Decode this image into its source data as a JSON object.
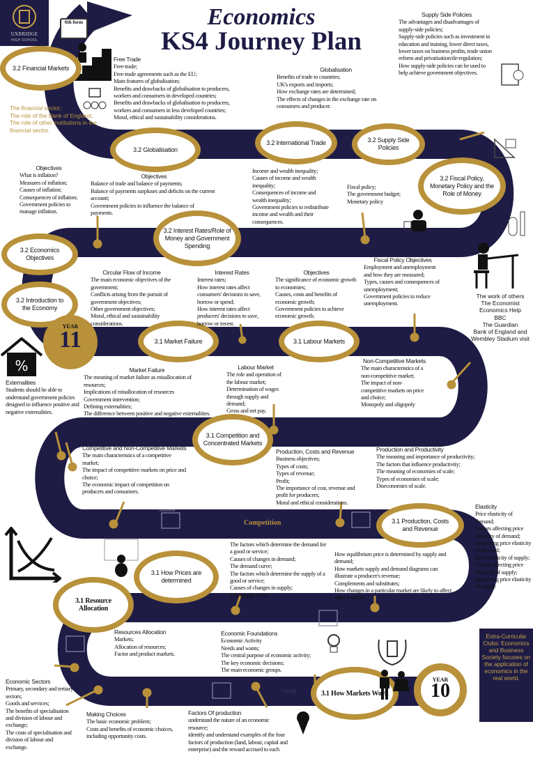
{
  "header": {
    "title_line1": "Economics",
    "title_line2": "KS4 Journey Plan",
    "school": "UXBRIDGE",
    "school_sub": "HIGH SCHOOL",
    "sixth_form": "6th form"
  },
  "colors": {
    "navy": "#1e1c45",
    "gold": "#b8913a"
  },
  "topics": {
    "financial_markets": "3.2 Financial Markets",
    "globalisation": "3.2 Globalisation",
    "international_trade": "3.2 International Trade",
    "supply_side": "3.2 Supply Side Policies",
    "fiscal": "3.2 Fiscal Policy, Monetary Policy and the Role of Money",
    "interest_rates": "3.2 Interest Rates/Role of Money and Government Spending",
    "econ_objectives": "3.2 Economics Objectives",
    "intro_economy": "3.2 Introduction to the Economy",
    "market_failure": "3.1 Market Failure",
    "labour_markets": "3.1 Labour Markets",
    "competition": "3.1 Competition and Concentrated Markets",
    "production": "3.1 Production, Costs and Revenue",
    "how_prices": "3.1 How Prices are determined",
    "resource_allocation": "3.1 Resource Allocation",
    "how_markets": "3.1 How Markets Work"
  },
  "years": {
    "y11_label": "YEAR",
    "y11_num": "11",
    "y10_label": "YEAR",
    "y10_num": "10",
    "band_year": "YEAR"
  },
  "band_labels": {
    "competition": "Competition",
    "assessment": "Assessment"
  },
  "financial_sector": [
    "The financial sector;",
    "The role of the Bank of England;",
    "The role of other institutions in the financial sector."
  ],
  "blocks": {
    "free_trade": {
      "title": "Free Trade",
      "lines": [
        "Free-trade;",
        "Free-trade agreements such as the EU;",
        "Main features of globalisation;",
        "Benefits and drawbacks of globalisation to producers, workers and consumers in developed countries;",
        "Benefits and drawbacks of globalisation to producers, workers and consumers in less developed countries;",
        "Moral, ethical and sustainability considerations."
      ]
    },
    "globalisation": {
      "title": "Globalisation",
      "lines": [
        "Benefits of trade to countries;",
        "UK's exports and imports;",
        "How exchange rates are determined;",
        "The effects of changes in the exchange rate on consumers and producer."
      ]
    },
    "supply_side": {
      "title": "Supply Side Policies",
      "lines": [
        "The advantages and disadvantages of supply-side policies;",
        "Supply-side policies such as investment in education and training, lower direct taxes, lower taxes on business profits, trade union reform and privatisation/de-regulation;",
        "How supply-side policies can be used to help achieve government objectives."
      ]
    },
    "inflation": {
      "title": "Objectives",
      "lines": [
        "What is inflation?",
        "Measures of inflation;",
        "Causes of inflation;",
        "Consequences of inflation;",
        "Government policies to manage inflation."
      ]
    },
    "balance": {
      "title": "Objectives",
      "lines": [
        "Balance of trade and balance of payments;",
        "Balance of payments surpluses and deficits on the current account;",
        "Government policies to influence the balance of payments."
      ]
    },
    "inequality": {
      "title": "",
      "lines": [
        "Income and wealth inequality;",
        "Causes of income and wealth inequality;",
        "Consequences of income and wealth inequality;",
        "Government policies to redistribute income and wealth and their consequences."
      ]
    },
    "fiscal_policy": {
      "title": "",
      "lines": [
        "Fiscal policy;",
        "The government budget;",
        "Monetary policy"
      ]
    },
    "circular_flow": {
      "title": "Circular Flow of Income",
      "lines": [
        "The main economic objectives of the government;",
        "Conflicts arising from the pursuit of government objectives;",
        "Other government objectives;",
        "Moral, ethical and sustainability considerations."
      ]
    },
    "interest_rates": {
      "title": "Interest Rates",
      "lines": [
        "Interest rates;",
        "How interest rates affect consumers' decisions to save, borrow or spend;",
        "How interest rates affect producers' decisions to save, borrow or invest."
      ]
    },
    "growth": {
      "title": "Objectives",
      "lines": [
        "The significance of economic growth to economies;",
        "Causes, costs and benefits of economic growth;",
        "Government policies to achieve economic growth."
      ]
    },
    "unemployment": {
      "title": "Fiscal Policy Objectives",
      "lines": [
        "Employment and unemployment and how they are measured;",
        "Types, causes and consequences of unemployment;",
        "Government policies to reduce unemployment."
      ]
    },
    "externalities": {
      "title": "Externalities",
      "lines": [
        "Students should be able to understand government policies designed to influence positive and negative externalities."
      ]
    },
    "market_failure": {
      "title": "Market Failure",
      "lines": [
        "The meaning of market failure as misallocation of resources;",
        "Implications of misallocation of resources",
        "Government intervention;",
        "Defining externalities;",
        "The difference between positive and negative externalities."
      ]
    },
    "labour_market": {
      "title": "Labour Market",
      "lines": [
        "The role and operation of the labour market;",
        "Determination of wages through supply and demand;",
        "Gross and net pay."
      ]
    },
    "non_competitive": {
      "title": "Non-Competitive Markets",
      "lines": [
        "The main characteristics of a non-competitive market;",
        "The impact of non-competitive markets on price and choice;",
        "Monopoly and oligopoly"
      ]
    },
    "competitive": {
      "title": "Competitive and Non-Competitive Markets",
      "lines": [
        "The main characteristics of a competitive market;",
        "The impact of competitive markets on price and choice;",
        "The economic impact of competition on producers and consumers."
      ]
    },
    "pcr": {
      "title": "Production, Costs and Revenue",
      "lines": [
        "Business objectives;",
        "Types of costs;",
        "Types of revenue;",
        "Profit;",
        "The importance of cost, revenue and profit for producers;",
        "Moral and ethical considerations."
      ]
    },
    "productivity": {
      "title": "Production and Productivity",
      "lines": [
        "The meaning and importance of productivity;",
        "The factors that influence productivity;",
        "The meaning of economies of scale;",
        "Types of economies of scale;",
        "Diseconomies of scale."
      ]
    },
    "elasticity": {
      "title": "Elasticity",
      "lines": [
        "Price elasticity of demand;",
        "Factors affecting price elasticity of demand;",
        "Measuring price elasticity of demand;",
        "Price elasticity of supply;",
        "Factors affecting price elasticity of supply;",
        "Measuring price elasticity of supply."
      ]
    },
    "demand_supply": {
      "title": "",
      "lines": [
        "The factors which determine the demand for a good or service;",
        "Causes of changes in demand;",
        "The demand curve;",
        "The factors which determine the supply of a good or service;",
        "Causes of changes in supply;",
        "The supply curve."
      ]
    },
    "equilibrium": {
      "title": "",
      "lines": [
        "How equilibrium price is determined by supply and demand;",
        "How markets supply and demand diagrams can illustrate a producer's revenue;",
        "Complements and substitutes;",
        "How changes in a particular market are likely to affect other markets."
      ]
    },
    "resources": {
      "title": "Resources Allocation",
      "lines": [
        "Markets;",
        "Allocation of resources;",
        "Factor and product markets."
      ]
    },
    "foundations": {
      "title": "Economic Foundations",
      "lines": [
        "Economic Activity",
        "Needs and wants;",
        "The central purpose of economic activity;",
        "The key economic decisions;",
        "The main economic groups."
      ]
    },
    "sectors": {
      "title": "Economic Sectors",
      "lines": [
        "Primary, secondary and tertiary sectors;",
        "Goods and services;",
        "The benefits of specialisation and division of labour and exchange;",
        "The costs of specialisation and division of labour and exchange."
      ]
    },
    "choices": {
      "title": "Making Choices",
      "lines": [
        "The basic economic problem;",
        "Costs and benefits of economic choices, including opportunity costs."
      ]
    },
    "factors": {
      "title": "Factors Of production",
      "lines": [
        "understand the nature of an economic resource;",
        "identify and understand examples of the four factors of production (land, labour, capital and enterprise) and the reward accrued to each"
      ]
    }
  },
  "work_of_others": [
    "The work of others",
    "The Economist",
    "Economics Help",
    "BBC",
    "The Guardian",
    "Bank of England and Wembley Stadium visit"
  ],
  "extra_curricular": "Extra-Curricular Clubs: Economics and Business Society focuses on the application of economics in the real world."
}
